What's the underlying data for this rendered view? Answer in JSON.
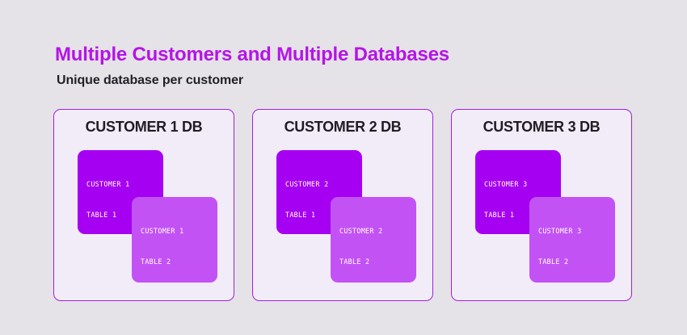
{
  "page": {
    "background_color": "#e5e3e7",
    "title": "Multiple Customers and Multiple Databases",
    "title_color": "#b514e8",
    "subtitle": "Unique database per customer",
    "subtitle_color": "#221f26"
  },
  "theme": {
    "card_background": "#f1ecf8",
    "card_border": "#a61ce0",
    "table_primary": "#a600f2",
    "table_secondary": "#c352f5",
    "table_text": "#ffffff"
  },
  "cards": [
    {
      "title": "CUSTOMER 1 DB",
      "tables": [
        {
          "line1": "CUSTOMER 1",
          "line2": "TABLE 1",
          "color": "#a600f2"
        },
        {
          "line1": "CUSTOMER 1",
          "line2": "TABLE 2",
          "color": "#c352f5"
        }
      ]
    },
    {
      "title": "CUSTOMER 2 DB",
      "tables": [
        {
          "line1": "CUSTOMER 2",
          "line2": "TABLE 1",
          "color": "#a600f2"
        },
        {
          "line1": "CUSTOMER 2",
          "line2": "TABLE 2",
          "color": "#c352f5"
        }
      ]
    },
    {
      "title": "CUSTOMER 3 DB",
      "tables": [
        {
          "line1": "CUSTOMER 3",
          "line2": "TABLE 1",
          "color": "#a600f2"
        },
        {
          "line1": "CUSTOMER 3",
          "line2": "TABLE 2",
          "color": "#c352f5"
        }
      ]
    }
  ]
}
